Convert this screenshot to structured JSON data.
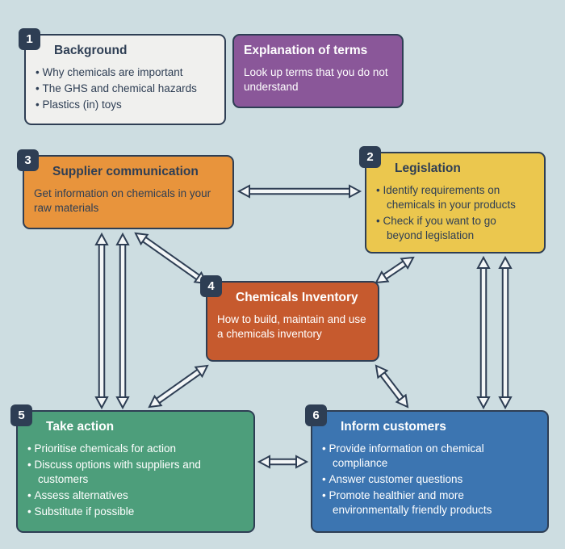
{
  "page": {
    "background_color": "#cddde1",
    "accent_navy": "#2e3e54",
    "arrow_fill": "#f3f6f7"
  },
  "boxes": {
    "background": {
      "number": "1",
      "title": "Background",
      "bullets": [
        "Why chemicals are important",
        "The GHS and chemical hazards",
        "Plastics (in) toys"
      ],
      "color": "#f0f0ee"
    },
    "explanation": {
      "title": "Explanation of terms",
      "body": "Look up terms that you do not understand",
      "color": "#8a5799"
    },
    "supplier": {
      "number": "3",
      "title": "Supplier communication",
      "body": "Get information on chemicals in your raw materials",
      "color": "#e8943c"
    },
    "legislation": {
      "number": "2",
      "title": "Legislation",
      "bullets": [
        "Identify requirements on chemicals in your products",
        "Check if you want to go beyond legislation"
      ],
      "color": "#ebc74e"
    },
    "inventory": {
      "number": "4",
      "title": "Chemicals Inventory",
      "body": "How to build, maintain and use a chemicals inventory",
      "color": "#c65a2e"
    },
    "takeaction": {
      "number": "5",
      "title": "Take action",
      "bullets": [
        "Prioritise chemicals for action",
        "Discuss options with suppliers and customers",
        "Assess alternatives",
        "Substitute if possible"
      ],
      "color": "#4d9e7b"
    },
    "inform": {
      "number": "6",
      "title": "Inform customers",
      "bullets": [
        "Provide information on chemical compliance",
        "Answer customer questions",
        "Promote healthier and more environmentally friendly products"
      ],
      "color": "#3c75b1"
    }
  },
  "connections": [
    {
      "id": "supplier-legislation",
      "from": "Supplier communication",
      "to": "Legislation",
      "bidirectional": true
    },
    {
      "id": "supplier-inventory",
      "from": "Supplier communication",
      "to": "Chemicals Inventory",
      "bidirectional": true
    },
    {
      "id": "legislation-inventory",
      "from": "Legislation",
      "to": "Chemicals Inventory",
      "bidirectional": true
    },
    {
      "id": "supplier-takeaction",
      "from": "Supplier communication",
      "to": "Take action",
      "bidirectional": true
    },
    {
      "id": "legislation-inform",
      "from": "Legislation",
      "to": "Inform customers",
      "bidirectional": true
    },
    {
      "id": "inventory-takeaction",
      "from": "Chemicals Inventory",
      "to": "Take action",
      "bidirectional": true
    },
    {
      "id": "inventory-inform",
      "from": "Chemicals Inventory",
      "to": "Inform customers",
      "bidirectional": true
    },
    {
      "id": "takeaction-inform",
      "from": "Take action",
      "to": "Inform customers",
      "bidirectional": true
    }
  ]
}
